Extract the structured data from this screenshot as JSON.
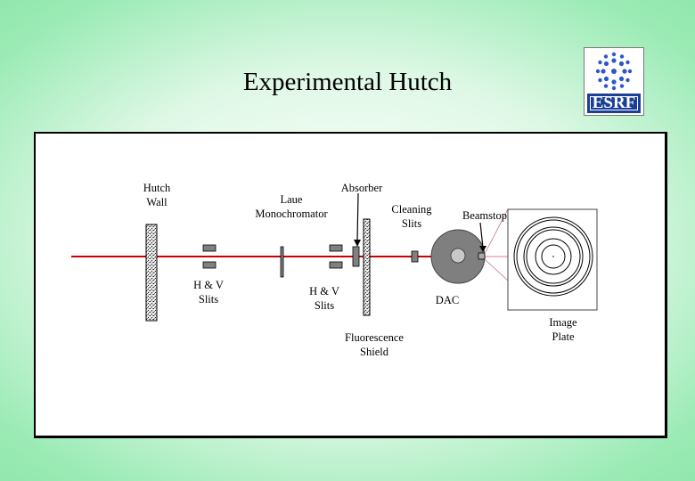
{
  "slide": {
    "title": "Experimental Hutch"
  },
  "logo": {
    "text": "ESRF"
  },
  "labels": {
    "hutch_wall": "Hutch\nWall",
    "laue_monochromator": "Laue\nMonochromator",
    "absorber": "Absorber",
    "cleaning_slits": "Cleaning\nSlits",
    "beamstop": "Beamstop",
    "hv_slits_1": "H & V\nSlits",
    "hv_slits_2": "H & V\nSlits",
    "dac": "DAC",
    "image_plate": "Image\nPlate",
    "fluorescence_shield": "Fluorescence\nShield"
  },
  "colors": {
    "beam": "#cc0000",
    "component_gray": "#808080",
    "dac_gray": "#7f7f7f",
    "background_green": "#8fe6ab",
    "logo_blue": "#1c3f96"
  }
}
